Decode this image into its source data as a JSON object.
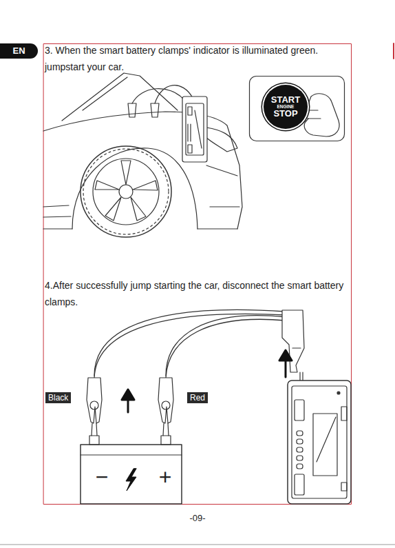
{
  "diagram": {
    "nodes": [
      {
        "text": [
          "EN"
        ]
      },
      {
        "text": [
          "START",
          "ENGINE",
          "STOP"
        ]
      },
      {
        "text": [
          "Black"
        ]
      },
      {
        "text": [
          "Red"
        ]
      }
    ],
    "labels": [
      "3. When the smart battery clamps' indicator is illuminated green. jumpstart your car.",
      "4.After successfully jump starting the car, disconnect the smart battery clamps.",
      "−",
      "+",
      "-09-"
    ]
  }
}
